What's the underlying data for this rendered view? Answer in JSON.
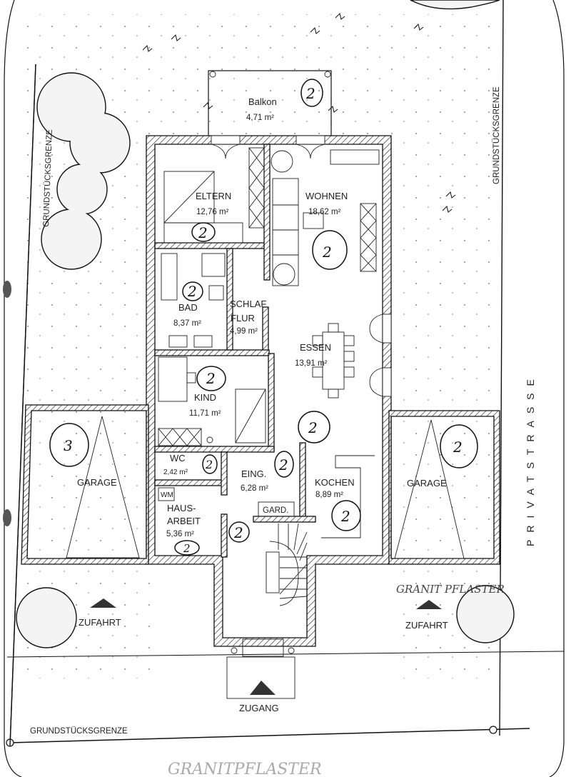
{
  "plan": {
    "rooms": [
      {
        "id": "balkon",
        "name": "Balkon",
        "area": "4,71 m²",
        "mark": "2"
      },
      {
        "id": "eltern",
        "name": "ELTERN",
        "area": "12,76 m²",
        "mark": "2"
      },
      {
        "id": "wohnen",
        "name": "WOHNEN",
        "area": "18,62 m²",
        "mark": "2"
      },
      {
        "id": "bad",
        "name": "BAD",
        "area": "8,37 m²",
        "mark": "2"
      },
      {
        "id": "schlafflur",
        "name": "SCHLAF",
        "name2": "FLUR",
        "area": "4,99 m²"
      },
      {
        "id": "essen",
        "name": "ESSEN",
        "area": "13,91 m²",
        "mark": "2"
      },
      {
        "id": "kind",
        "name": "KIND",
        "area": "11,71 m²",
        "mark": "2"
      },
      {
        "id": "wc",
        "name": "WC",
        "area": "2,42 m²",
        "mark": "2"
      },
      {
        "id": "eing",
        "name": "EING.",
        "area": "6,28 m²",
        "mark": "2"
      },
      {
        "id": "kochen",
        "name": "KOCHEN",
        "area": "8,89 m²",
        "mark": "2"
      },
      {
        "id": "hausarbeit",
        "name": "HAUS-",
        "name2": "ARBEIT",
        "area": "5,36 m²",
        "mark": "2"
      },
      {
        "id": "stair",
        "mark": "2"
      },
      {
        "id": "garage_left",
        "name": "GARAGE",
        "mark": "3"
      },
      {
        "id": "garage_right",
        "name": "GARAGE",
        "mark": "2"
      }
    ],
    "fixtures": {
      "wm": "WM",
      "gard": "GARD."
    },
    "site": {
      "boundary_left": "GRUNDSTÜCKSGRENZE",
      "boundary_right": "GRUNDSTÜCKSGRENZE",
      "boundary_bottom": "GRUNDSTÜCKSGRENZE",
      "street": "PRIVATSTRASSE",
      "driveway_left": "ZUFAHRT",
      "driveway_right": "ZUFAHRT",
      "entrance": "ZUGANG",
      "note_driveway": "GRANIT PFLASTER",
      "note_bottom": "GRANITPFLASTER"
    }
  }
}
